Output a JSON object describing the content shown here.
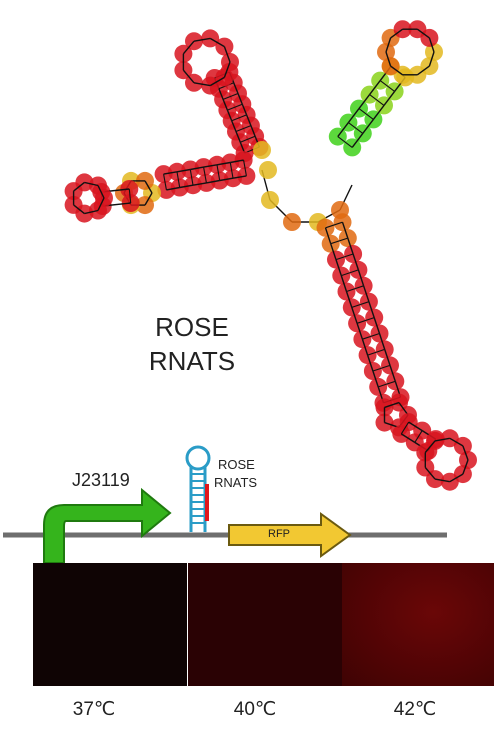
{
  "figure": {
    "title_line1": "ROSE",
    "title_line2": "RNATS",
    "promoter_label": "J23119",
    "hairpin_label_line1": "ROSE",
    "hairpin_label_line2": "RNATS",
    "reporter_label": "RFP",
    "temperatures": [
      "37℃",
      "40℃",
      "42℃"
    ]
  },
  "colors": {
    "unpaired_high": "#d8141e",
    "mid": "#e06a10",
    "low": "#e3b820",
    "paired_low": "#3fd11a",
    "promoter_arrow": "#35b41c",
    "reporter_arrow": "#f2c832",
    "hairpin_stem": "#2a9cc7",
    "rbs_mark": "#e0161c",
    "backbone": "#6e6e6e"
  }
}
